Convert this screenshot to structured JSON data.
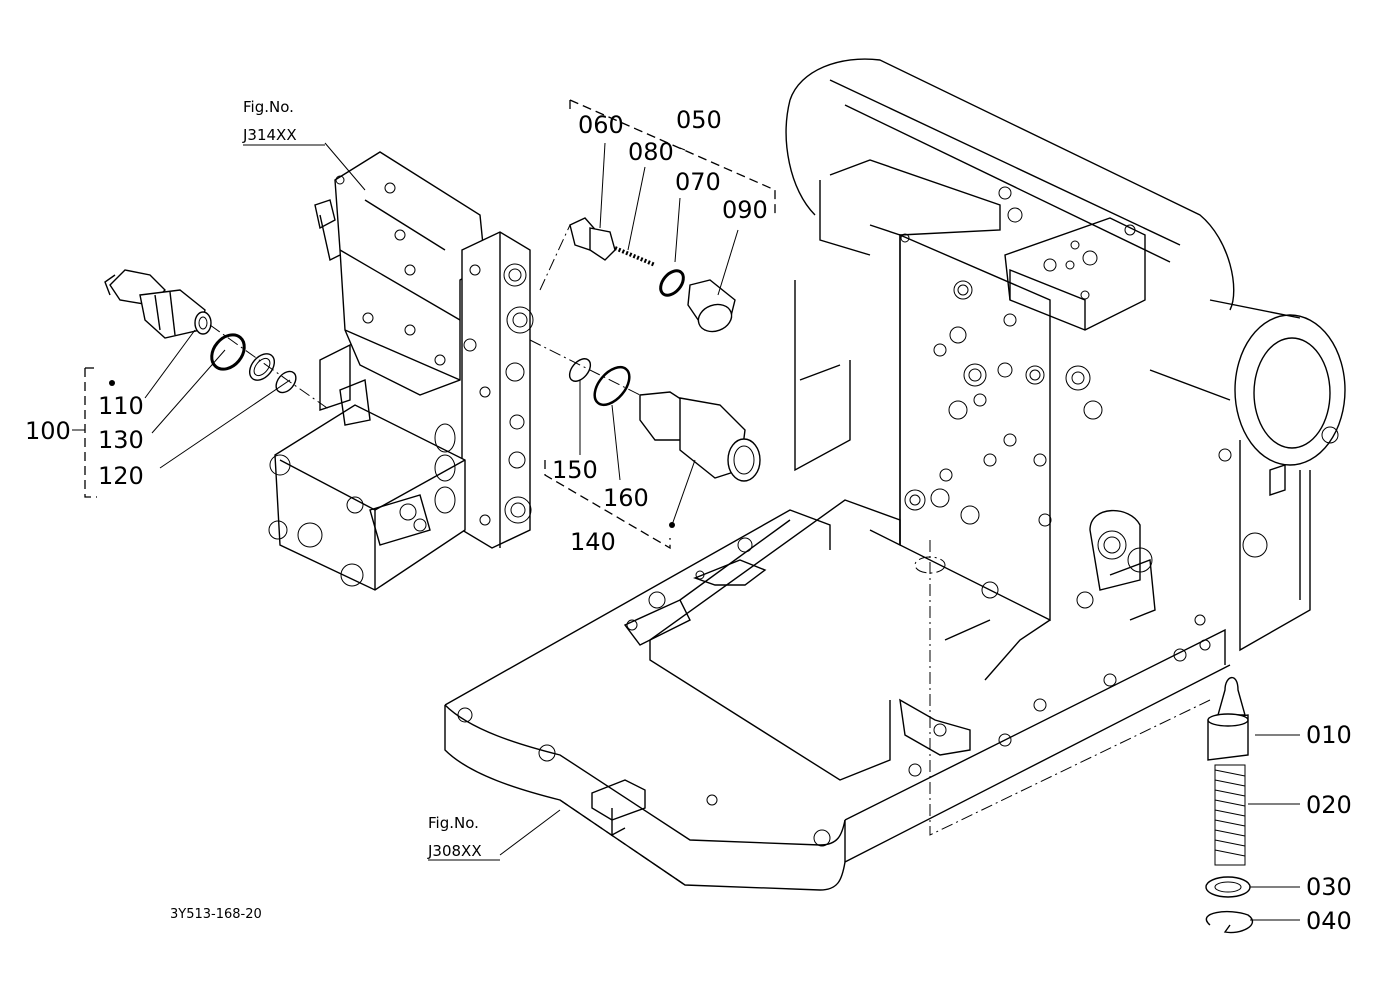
{
  "fig_refs": {
    "upper": {
      "line1": "Fig.No.",
      "line2": "J314XX"
    },
    "lower": {
      "line1": "Fig.No.",
      "line2": "J308XX"
    }
  },
  "drawing_code": "3Y513-168-20",
  "parts": {
    "p010": "010",
    "p020": "020",
    "p030": "030",
    "p040": "040",
    "p050": "050",
    "p060": "060",
    "p070": "070",
    "p080": "080",
    "p090": "090",
    "p100": "100",
    "p110": "110",
    "p120": "120",
    "p130": "130",
    "p140": "140",
    "p150": "150",
    "p160": "160"
  }
}
